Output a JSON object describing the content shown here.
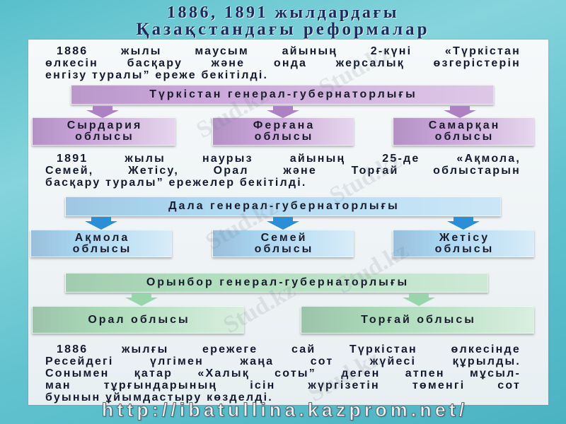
{
  "title": {
    "line1": "1886, 1891 жылдардағы",
    "line2": "Қазақстандағы реформалар"
  },
  "paragraphs": [
    {
      "lines": [
        "1886 жылы маусым айының 2-күні «Түркістан",
        "өлкесін басқару және онда жерсалық өзгерістерін",
        "енгізу туралы” ереже бекітілді."
      ]
    },
    {
      "lines": [
        "1891 жылы наурыз айының 25-де «Ақмола,",
        "Семей, Жетісу, Орал және Торғай облыстарын",
        "басқару туралы” ережелер бекітілді."
      ]
    },
    {
      "lines": [
        "1886 жылғы ережеге сай Түркістан өлкесінде",
        "Ресейдегі үлгімен жаңа сот жүйесі құрылды.",
        "Сонымен қатар «Халық соты” деген атпен мұсыл-",
        "ман тұрғындарының ісін жүргізетін төменгі сот",
        "буынын ұйымдастыру көзделді."
      ]
    }
  ],
  "governorates": [
    {
      "name": "Түркістан генерал-губернаторлығы",
      "color": "#c7a3d7",
      "arrow_color": "#ad82c2",
      "oblasts": [
        {
          "lines": [
            "Сырдария",
            "облысы"
          ]
        },
        {
          "lines": [
            "Ферғана",
            "облысы"
          ]
        },
        {
          "lines": [
            "Самарқан",
            "облысы"
          ]
        }
      ]
    },
    {
      "name": "Дала генерал-губернаторлығы",
      "color": "#a9d6f1",
      "arrow_color": "#2b8fd8",
      "oblasts": [
        {
          "lines": [
            "Ақмола",
            "облысы"
          ]
        },
        {
          "lines": [
            "Семей",
            "облысы"
          ]
        },
        {
          "lines": [
            "Жетісу",
            "облысы"
          ]
        }
      ]
    },
    {
      "name": "Орынбор генерал-губернаторлығы",
      "color": "#abdbb9",
      "arrow_color": "#97d6aa",
      "oblasts": [
        {
          "lines": [
            "Орал облысы"
          ]
        },
        {
          "lines": [
            "Торғай облысы"
          ]
        }
      ]
    }
  ],
  "footer": {
    "url": "http://ibatullina.kazprom.net/"
  },
  "watermark": {
    "text": "Stud.kz"
  }
}
